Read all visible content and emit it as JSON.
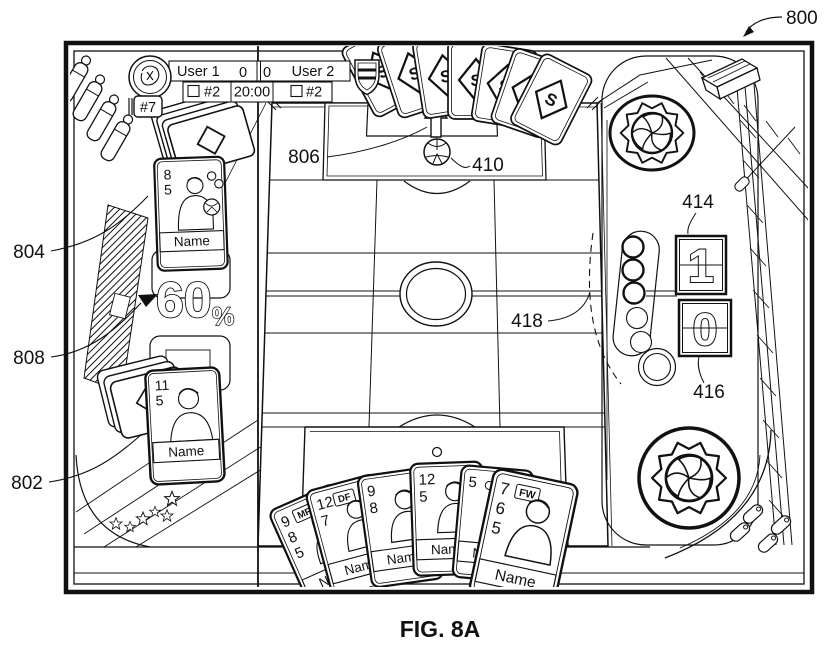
{
  "figure": {
    "caption": "FIG. 8A"
  },
  "refs": {
    "r800": "800",
    "r802": "802",
    "r804": "804",
    "r806": "806",
    "r808": "808",
    "r410": "410",
    "r414": "414",
    "r416": "416",
    "r418": "418"
  },
  "scoreboard": {
    "user1": "User 1",
    "score1": "0",
    "score2": "0",
    "user2": "User 2",
    "card1": "#2",
    "timer": "20:00",
    "card2": "#2"
  },
  "left_panel": {
    "jersey_tag": "#7",
    "possession_value": "60",
    "possession_unit": "%",
    "card_top": {
      "n1": "8",
      "n2": "5",
      "name": "Name"
    },
    "card_bottom": {
      "n1": "11",
      "n2": "5",
      "name": "Name"
    }
  },
  "deck": {
    "back_letter": "S"
  },
  "score_counter": {
    "top_digit": "1",
    "bottom_digit": "0"
  },
  "hand": [
    {
      "n1": "9",
      "badge": "MF",
      "n2": "8",
      "n3": "5",
      "name": "Name"
    },
    {
      "n1": "12",
      "badge": "DF",
      "n2": "7",
      "n3": "",
      "name": "Name"
    },
    {
      "n1": "9",
      "badge": "",
      "n2": "8",
      "n3": "",
      "name": "Name"
    },
    {
      "n1": "12",
      "badge": "",
      "n2": "5",
      "n3": "",
      "name": "Name"
    },
    {
      "n1": "5",
      "badge": "",
      "n2": "",
      "n3": "",
      "name": "Name"
    },
    {
      "n1": "7",
      "badge": "FW",
      "n2": "6",
      "n3": "5",
      "name": "Name"
    }
  ],
  "colors": {
    "ink": "#111111",
    "paper": "#ffffff"
  }
}
